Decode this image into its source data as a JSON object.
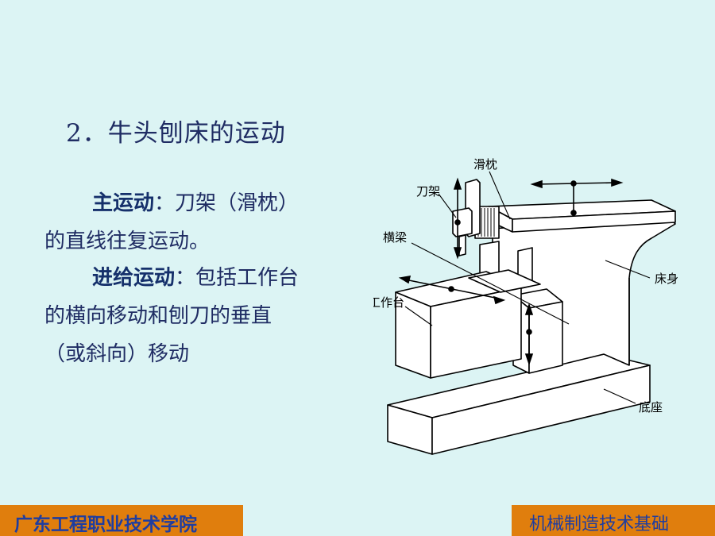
{
  "heading": "2．牛头刨床的运动",
  "main_motion": {
    "term": "主运动",
    "colon": "：",
    "text1": "刀架（滑枕）",
    "text2": "的直线往复运动。"
  },
  "feed_motion": {
    "term": "进给运动",
    "colon": "：",
    "text1": "包括工作台",
    "text2": "的横向移动和刨刀的垂直",
    "text3": "（或斜向）移动"
  },
  "diagram": {
    "labels": {
      "ram": "滑枕",
      "tool_head": "刀架",
      "crossbeam": "横梁",
      "table": "工作台",
      "bed": "床身",
      "base": "底座"
    }
  },
  "footer": {
    "left": "广东工程职业技术学院",
    "right": "机械制造技术基础"
  },
  "colors": {
    "background": "#dcf4f4",
    "text": "#1f2c63",
    "footer_bg": "#e07e0d",
    "footer_text": "#1f3da0"
  }
}
